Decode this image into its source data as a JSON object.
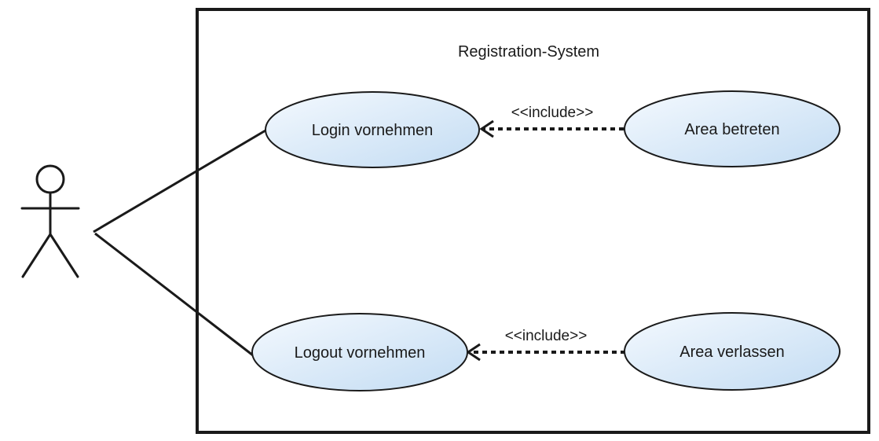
{
  "system": {
    "name": "Registration-System"
  },
  "colors": {
    "stroke": "#1a1a1a",
    "usecase_fill_light": "#f4f9fe",
    "usecase_fill_dark": "#c3dcf3"
  },
  "usecases": {
    "login": {
      "label": "Login vornehmen"
    },
    "logout": {
      "label": "Logout vornehmen"
    },
    "area_enter": {
      "label": "Area betreten"
    },
    "area_leave": {
      "label": "Area verlassen"
    }
  },
  "relations": {
    "include_top": {
      "label": "<<include>>"
    },
    "include_bottom": {
      "label": "<<include>>"
    }
  }
}
